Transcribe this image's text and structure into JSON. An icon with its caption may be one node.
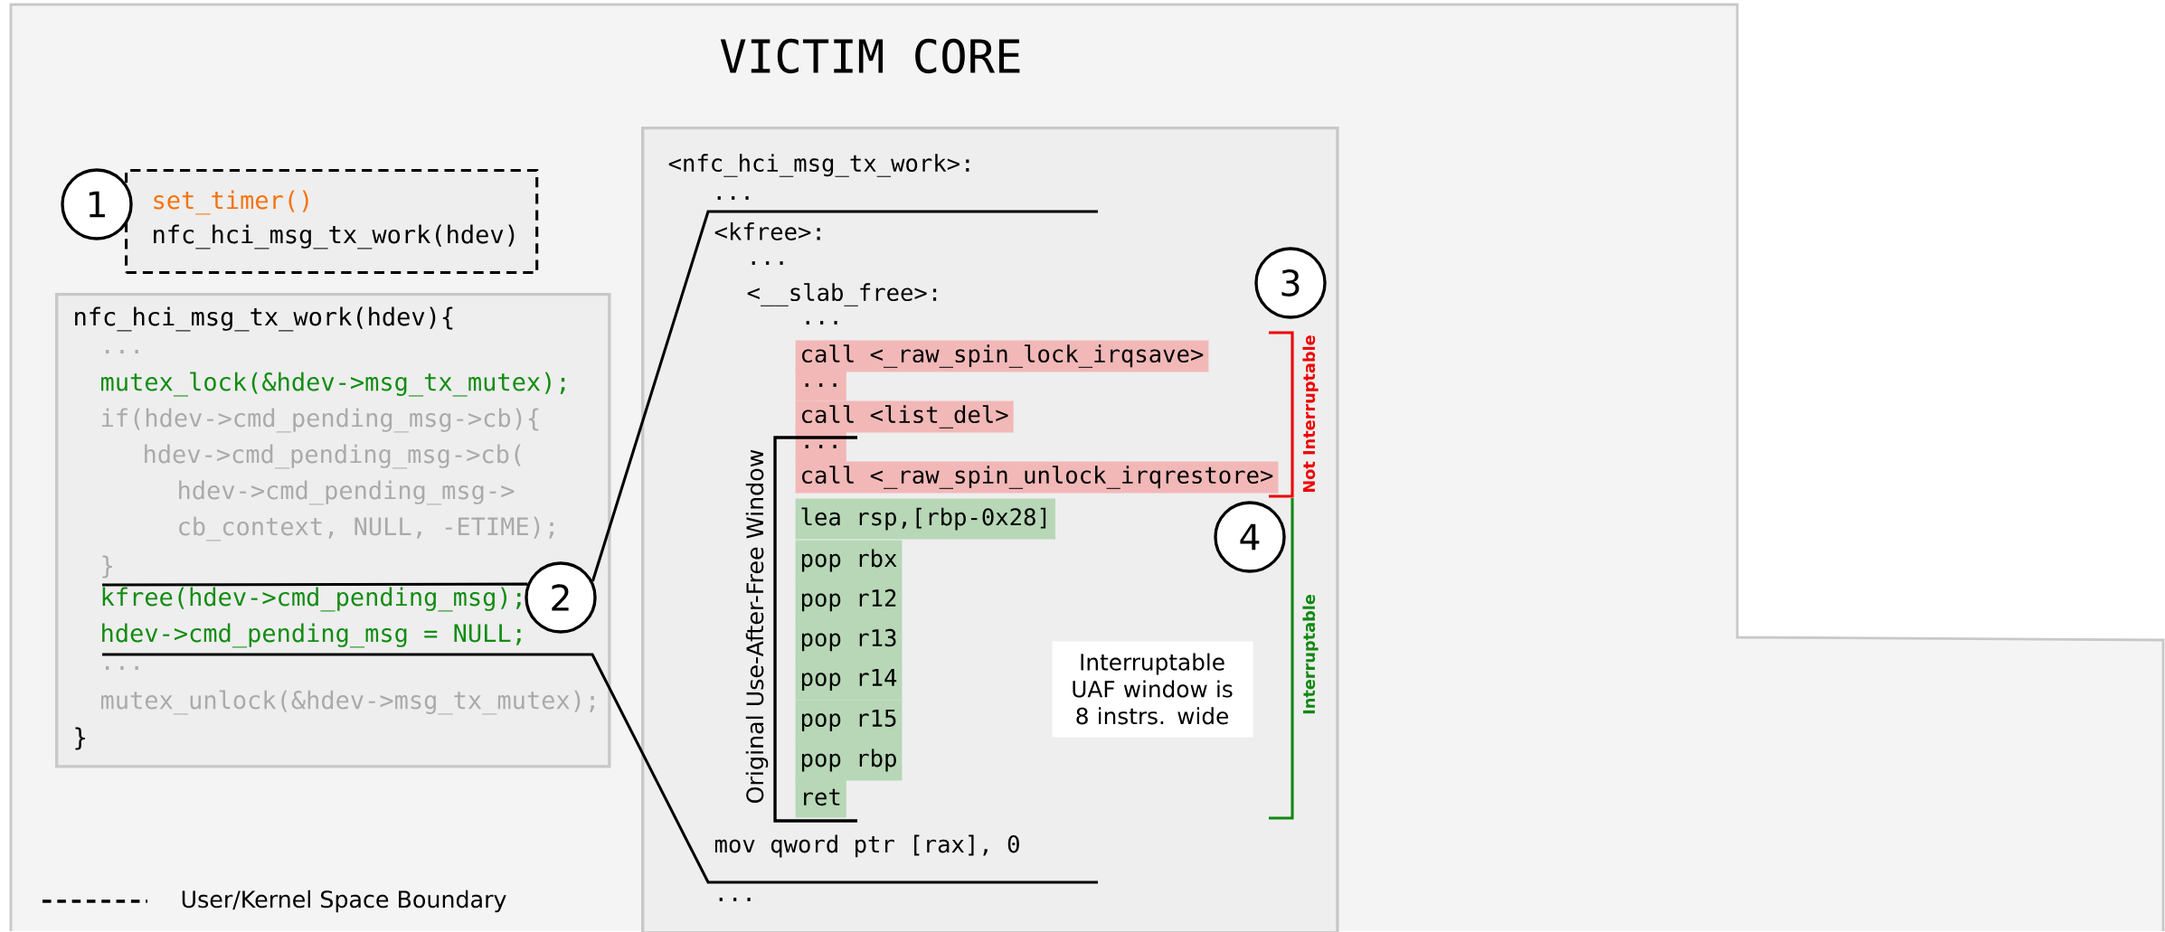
{
  "diagram": {
    "nodes": [
      {
        "text": [
          "VICTIM CORE"
        ]
      },
      {
        "text": [
          "1"
        ],
        "in": 0
      },
      {
        "text": [
          "set_timer()",
          "nfc_hci_msg_tx_work(hdev)"
        ],
        "in": 0
      },
      {
        "text": [
          "nfc_hci_msg_tx_work(hdev){",
          "...",
          "mutex_lock(&hdev->msg_tx_mutex);",
          "if(hdev->cmd_pending_msg->cb){",
          "hdev->cmd_pending_msg->cb(",
          "hdev->cmd_pending_msg->",
          "cb_context, NULL, -ETIME);",
          "}",
          "kfree(hdev->cmd_pending_msg);",
          "hdev->cmd_pending_msg = NULL;",
          "...",
          "mutex_unlock(&hdev->msg_tx_mutex);",
          "}"
        ],
        "in": 0
      },
      {
        "text": [
          "2"
        ],
        "in": 3
      },
      {
        "text": [
          "<nfc_hci_msg_tx_work>:",
          "...",
          "<kfree>:",
          "...",
          "<__slab_free>:",
          "...",
          "call <_raw_spin_lock_irqsave>",
          "...",
          "call <list_del>",
          "...",
          "call <_raw_spin_unlock_irqrestore>",
          "lea rsp,[rbp-0x28]",
          "pop rbx",
          "pop r12",
          "pop r13",
          "pop r14",
          "pop r15",
          "pop rbp",
          "ret",
          "mov qword ptr [rax], 0",
          "..."
        ],
        "in": 0
      },
      {
        "text": [
          "3"
        ],
        "in": 5
      },
      {
        "text": [
          "4"
        ],
        "in": 5
      },
      {
        "text": [
          "Interruptable UAF window is 8 instrs. wide"
        ],
        "in": 5
      }
    ],
    "edges": [
      {
        "from": 3,
        "to": 4,
        "arrow": "none"
      },
      {
        "from": 4,
        "to": 5,
        "arrow": "none"
      },
      {
        "from": 3,
        "to": 5,
        "arrow": "none"
      }
    ],
    "labels": [
      "Original Use-After-Free Window",
      "Not Interruptable",
      "Interruptable"
    ],
    "legend": [
      {
        "text": "User/Kernel Space Boundary"
      }
    ]
  }
}
